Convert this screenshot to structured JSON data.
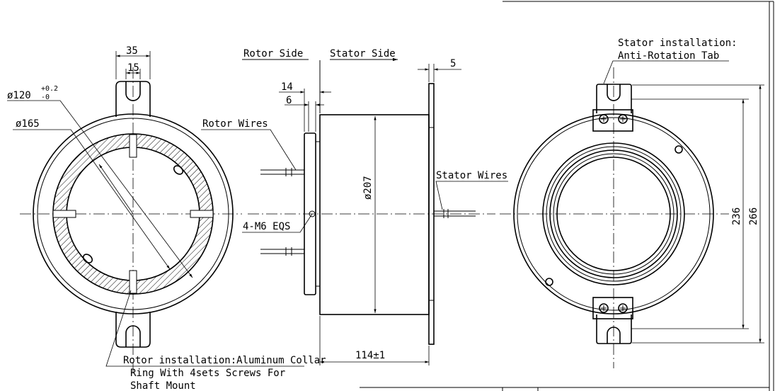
{
  "rotor_side_label": "Rotor Side",
  "stator_side_label": "Stator Side",
  "dim_35": "35",
  "dim_15": "15",
  "dim_phi120": "ø120",
  "dim_phi120_tol_upper": "+0.2",
  "dim_phi120_tol_lower": "-0",
  "dim_phi165": "ø165",
  "dim_14": "14",
  "dim_6": "6",
  "dim_5": "5",
  "rotor_wires_label": "Rotor Wires",
  "stator_wires_label": "Stator Wires",
  "dim_phi207": "ø207",
  "thread_label": "4-M6 EQS",
  "dim_length": "114±1",
  "rotor_install_line1": "Rotor installation:Aluminum Collar",
  "rotor_install_line2": "Ring With 4sets Screws For",
  "rotor_install_line3": "Shaft Mount",
  "stator_install_line1": "Stator installation:",
  "stator_install_line2": "Anti-Rotation Tab",
  "dim_236": "236",
  "dim_266": "266"
}
